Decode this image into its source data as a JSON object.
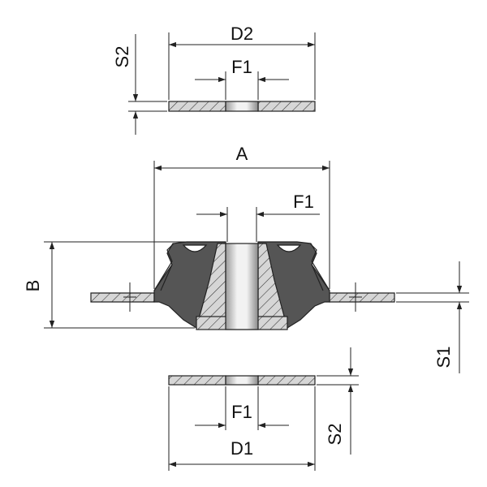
{
  "labels": {
    "d2": "D2",
    "s2_top": "S2",
    "f1_top": "F1",
    "a": "A",
    "f1_mid": "F1",
    "b": "B",
    "s1": "S1",
    "f1_bottom": "F1",
    "d1": "D1",
    "s2_bottom": "S2"
  },
  "colors": {
    "rubber": "#555555",
    "metal_fill": "#d6d6d6",
    "hatch": "#333333",
    "bore_light": "#f2f2f2",
    "bore_dark": "#9a9a9a"
  }
}
